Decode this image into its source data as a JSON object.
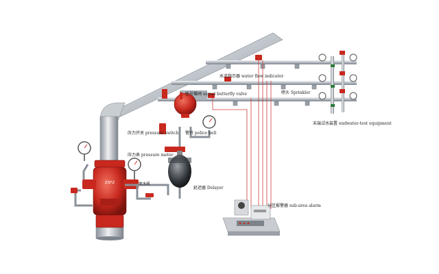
{
  "labels": {
    "water_flow_indicator": "水流指示器 water flow indicator",
    "signal_butterfly_valve": "信号蝶阀 signal butterfly valve",
    "sprinkler": "喷头 Sprinkler",
    "endwater_test": "末端试水装置 endwater-test equipment",
    "pressure_switch": "压力开关 pressure switch",
    "police_bell": "警铃 police bell",
    "pressure_meter": "压力表 pressure meter",
    "drain_valve": "放水阀",
    "delayer": "延迟器 Delayer",
    "sub_area_alarm": "分区报警器 sub-area alarm",
    "valve_mark": "ZSFZ"
  },
  "colors": {
    "pipe_light": "#d9dde2",
    "pipe_mid": "#a9b0b8",
    "pipe_dark": "#6d747c",
    "valve_red": "#c8281e",
    "valve_dark": "#8e1510",
    "signal_wire": "#d23a3a",
    "panel_gray": "#c9ccd0"
  },
  "icons": [
    "pressure-gauge-icon",
    "alarm-bell-icon",
    "delayer-tank-icon",
    "alarm-panel-icon"
  ]
}
